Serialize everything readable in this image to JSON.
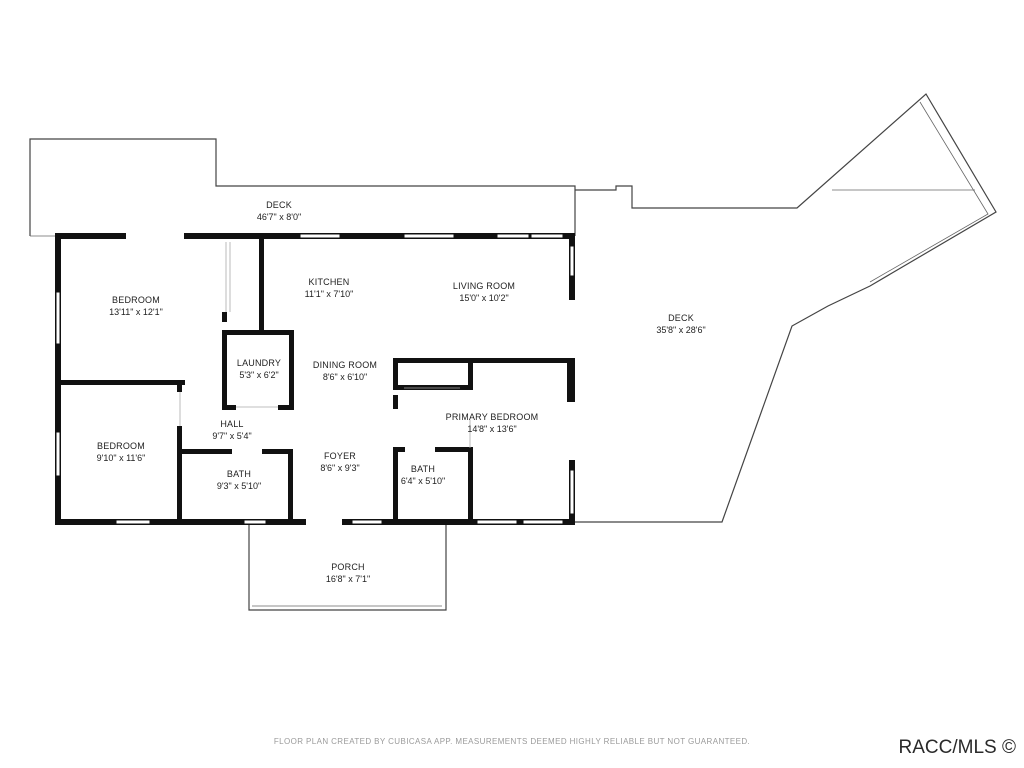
{
  "rooms": {
    "deck_top": {
      "name": "DECK",
      "dim": "46'7\" x 8'0\""
    },
    "deck_right": {
      "name": "DECK",
      "dim": "35'8\" x 28'6\""
    },
    "bedroom_1": {
      "name": "BEDROOM",
      "dim": "13'11\" x 12'1\""
    },
    "kitchen": {
      "name": "KITCHEN",
      "dim": "11'1\" x 7'10\""
    },
    "living_room": {
      "name": "LIVING ROOM",
      "dim": "15'0\" x 10'2\""
    },
    "laundry": {
      "name": "LAUNDRY",
      "dim": "5'3\" x 6'2\""
    },
    "dining_room": {
      "name": "DINING ROOM",
      "dim": "8'6\" x 6'10\""
    },
    "primary_bedroom": {
      "name": "PRIMARY BEDROOM",
      "dim": "14'8\" x 13'6\""
    },
    "hall": {
      "name": "HALL",
      "dim": "9'7\" x 5'4\""
    },
    "bedroom_2": {
      "name": "BEDROOM",
      "dim": "9'10\" x 11'6\""
    },
    "foyer": {
      "name": "FOYER",
      "dim": "8'6\" x 9'3\""
    },
    "bath_1": {
      "name": "BATH",
      "dim": "9'3\" x 5'10\""
    },
    "bath_2": {
      "name": "BATH",
      "dim": "6'4\" x 5'10\""
    },
    "porch": {
      "name": "PORCH",
      "dim": "16'8\" x 7'1\""
    }
  },
  "footer": {
    "disclaimer": "FLOOR PLAN CREATED BY CUBICASA APP. MEASUREMENTS DEEMED HIGHLY RELIABLE BUT NOT GUARANTEED.",
    "brand": "RACC/MLS ©"
  },
  "colors": {
    "wall": "#111111",
    "outline": "#444444",
    "background": "#ffffff"
  }
}
